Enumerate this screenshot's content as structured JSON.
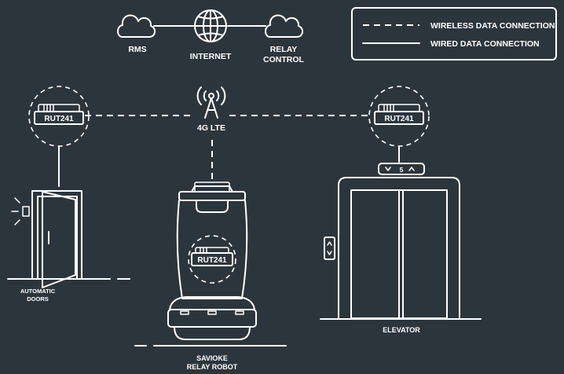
{
  "colors": {
    "background": "#2d353c",
    "line": "#ffffff"
  },
  "legend": {
    "wireless_label": "WIRELESS DATA CONNECTION",
    "wired_label": "WIRED DATA CONNECTION"
  },
  "nodes": {
    "rms": "RMS",
    "internet": "INTERNET",
    "relay_control_line1": "RELAY",
    "relay_control_line2": "CONTROL",
    "lte": "4G LTE",
    "router_left": "RUT241",
    "router_right": "RUT241",
    "router_robot": "RUT241",
    "doors_line1": "AUTOMATIC",
    "doors_line2": "DOORS",
    "robot_line1": "SAVIOKE",
    "robot_line2": "RELAY ROBOT",
    "elevator": "ELEVATOR",
    "floor_indicator": "5"
  },
  "icons": [
    "cloud-icon",
    "globe-icon",
    "antenna-icon",
    "router-icon",
    "door-icon",
    "robot-icon",
    "elevator-icon"
  ]
}
